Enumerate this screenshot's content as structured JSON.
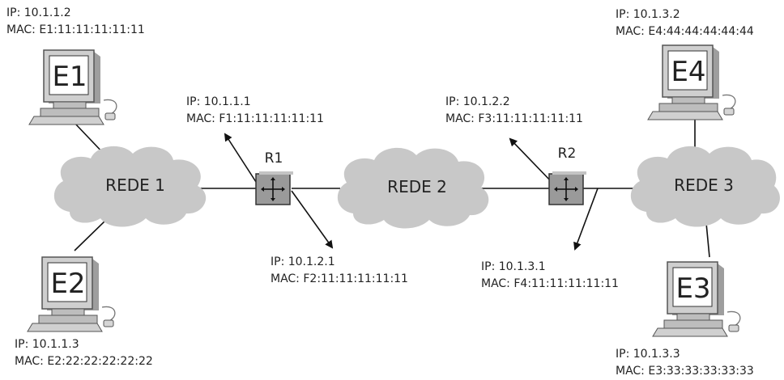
{
  "networks": [
    {
      "id": "rede1",
      "label": "REDE 1"
    },
    {
      "id": "rede2",
      "label": "REDE 2"
    },
    {
      "id": "rede3",
      "label": "REDE 3"
    }
  ],
  "routers": [
    {
      "id": "r1",
      "label": "R1"
    },
    {
      "id": "r2",
      "label": "R2"
    }
  ],
  "hosts": [
    {
      "id": "e1",
      "label": "E1",
      "ip": "IP: 10.1.1.2",
      "mac": "MAC: E1:11:11:11:11:11"
    },
    {
      "id": "e2",
      "label": "E2",
      "ip": "IP: 10.1.1.3",
      "mac": "MAC: E2:22:22:22:22:22"
    },
    {
      "id": "e3",
      "label": "E3",
      "ip": "IP: 10.1.3.3",
      "mac": "MAC: E3:33:33:33:33:33"
    },
    {
      "id": "e4",
      "label": "E4",
      "ip": "IP: 10.1.3.2",
      "mac": "MAC: E4:44:44:44:44:44"
    }
  ],
  "interfaces": [
    {
      "id": "f1",
      "ip": "IP: 10.1.1.1",
      "mac": "MAC: F1:11:11:11:11:11"
    },
    {
      "id": "f2",
      "ip": "IP: 10.1.2.1",
      "mac": "MAC: F2:11:11:11:11:11"
    },
    {
      "id": "f3",
      "ip": "IP: 10.1.2.2",
      "mac": "MAC: F3:11:11:11:11:11"
    },
    {
      "id": "f4",
      "ip": "IP: 10.1.3.1",
      "mac": "MAC: F4:11:11:11:11:11"
    }
  ],
  "colors": {
    "cloud": "#c8c8c8",
    "router": "#9a9a9a",
    "line": "#111111",
    "computer_body": "#bdbdbd",
    "screen": "#ffffff"
  },
  "icons": {
    "network": "cloud-icon",
    "router": "router-icon",
    "host": "computer-icon"
  }
}
